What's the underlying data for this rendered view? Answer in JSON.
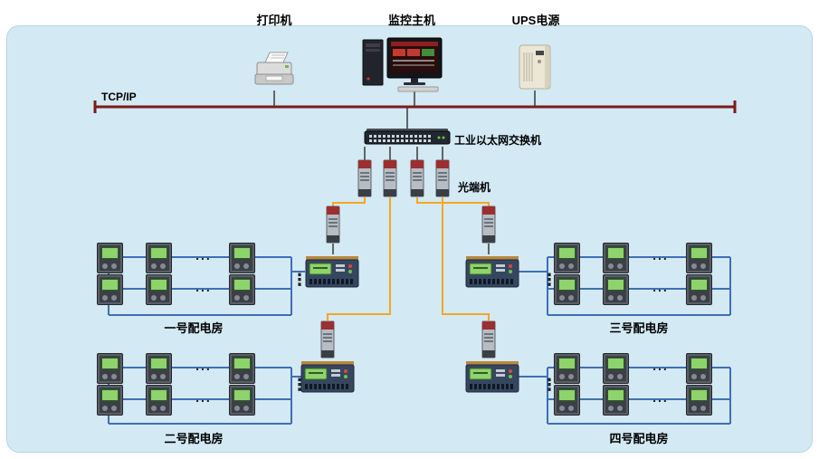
{
  "top_devices": [
    {
      "id": "printer",
      "label": "打印机"
    },
    {
      "id": "monitor-host",
      "label": "监控主机"
    },
    {
      "id": "ups",
      "label": "UPS电源"
    }
  ],
  "network": {
    "bus_label": "TCP/IP",
    "switch_label": "工业以太网交换机",
    "transceiver_label": "光端机"
  },
  "rooms": [
    {
      "id": "room1",
      "name": "一号配电房"
    },
    {
      "id": "room2",
      "name": "二号配电房"
    },
    {
      "id": "room3",
      "name": "三号配电房"
    },
    {
      "id": "room4",
      "name": "四号配电房"
    }
  ],
  "marks": {
    "h_ellipsis": "...",
    "v_ellipsis": "⋮"
  },
  "colors": {
    "panel_bg": "#d3e9f4",
    "bus_line": "#7a1c1c",
    "fiber_line": "#f5a623",
    "device_link": "#3f6fb5",
    "wire": "#3a3a3a",
    "label_text": "#000000"
  }
}
